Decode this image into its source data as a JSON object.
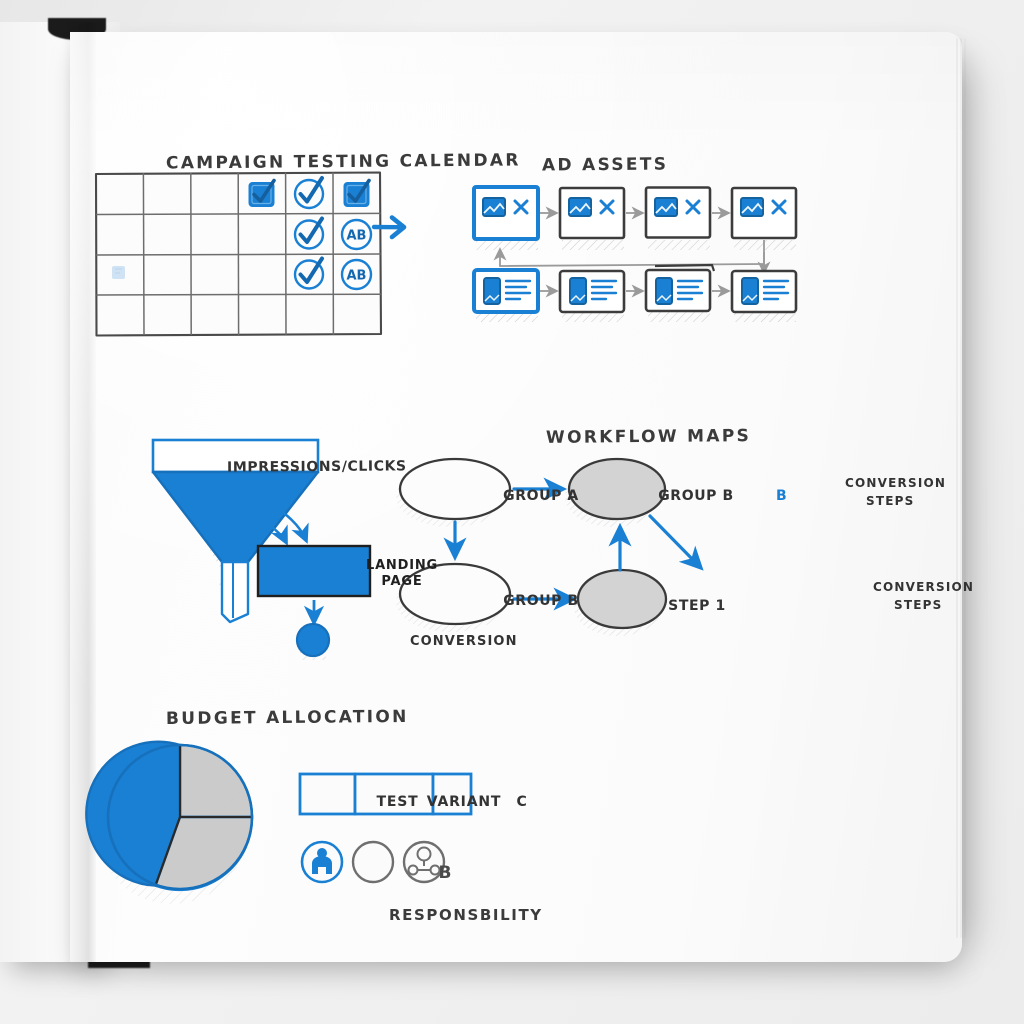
{
  "palette": {
    "blue": "#1a80d4",
    "blue_dark": "#1468b0",
    "ink": "#3a3a3a",
    "gray_fill": "#cfcfcf",
    "paper": "#fbfbfb"
  },
  "sections": {
    "calendar": {
      "title": "CAMPAIGN TESTING CALENDAR",
      "grid": {
        "columns": 6,
        "rows": 4
      },
      "cells": [
        {
          "row": 1,
          "col": 4,
          "icon": "checkbox-checked-filled"
        },
        {
          "row": 1,
          "col": 5,
          "icon": "circle-check"
        },
        {
          "row": 1,
          "col": 6,
          "icon": "checkbox-checked-filled"
        },
        {
          "row": 2,
          "col": 5,
          "icon": "circle-check"
        },
        {
          "row": 2,
          "col": 6,
          "icon": "ab-test-circle",
          "label": "AB"
        },
        {
          "row": 3,
          "col": 1,
          "icon": "faint-blue-smudge"
        },
        {
          "row": 3,
          "col": 5,
          "icon": "circle-check"
        },
        {
          "row": 3,
          "col": 6,
          "icon": "ab-test-circle",
          "label": "AB"
        }
      ],
      "outflow_arrow": "arrow-right"
    },
    "ad_assets": {
      "title": "AD ASSETS",
      "rows": [
        {
          "name": "image-ad-row",
          "cards": [
            {
              "id": "img-1",
              "highlighted": true,
              "icons": [
                "image-icon",
                "expand-icon"
              ]
            },
            {
              "id": "img-2",
              "highlighted": false,
              "icons": [
                "image-icon",
                "expand-icon"
              ]
            },
            {
              "id": "img-3",
              "highlighted": false,
              "icons": [
                "image-icon",
                "expand-icon"
              ]
            },
            {
              "id": "img-4",
              "highlighted": false,
              "icons": [
                "image-icon",
                "expand-icon"
              ]
            }
          ]
        },
        {
          "name": "text-ad-row",
          "cards": [
            {
              "id": "txt-1",
              "highlighted": true,
              "icons": [
                "mobile-preview-icon",
                "text-lines-icon"
              ]
            },
            {
              "id": "txt-2",
              "highlighted": false,
              "icons": [
                "mobile-preview-icon",
                "text-lines-icon"
              ]
            },
            {
              "id": "txt-3",
              "highlighted": false,
              "icons": [
                "mobile-preview-icon",
                "text-lines-icon"
              ],
              "stacked": true
            },
            {
              "id": "txt-4",
              "highlighted": false,
              "icons": [
                "mobile-preview-icon",
                "text-lines-icon"
              ]
            }
          ]
        }
      ],
      "loop_connector": "feedback-loop-arrow"
    },
    "funnel": {
      "top_label": "IMPRESSIONS/CLICKS",
      "landing_label_line1": "LANDING",
      "landing_label_line2": "PAGE",
      "conversion_label": "CONVERSION"
    },
    "workflow": {
      "title": "WORKFLOW MAPS",
      "nodes": [
        {
          "id": "n1",
          "label": "GROUP A",
          "shaded": false
        },
        {
          "id": "n2",
          "label": "GROUP B",
          "shaded": true,
          "accent_char": "B"
        },
        {
          "id": "n3",
          "label": "GROUP B",
          "shaded": false
        },
        {
          "id": "n4",
          "label": "STEP 1",
          "shaded": true
        }
      ],
      "annotations": [
        {
          "id": "a1",
          "line1": "CONVERSION",
          "line2": "STEPS"
        },
        {
          "id": "a2",
          "line1": "CONVERSION",
          "line2": "STEPS"
        }
      ]
    },
    "budget": {
      "title": "BUDGET ALLOCATION",
      "table_cells": [
        "TEST",
        "VARIANT",
        "C"
      ],
      "responsibility_label": "RESPONSBILITY",
      "responsibility_icons": [
        {
          "id": "r1",
          "icon": "person-icon",
          "accent": true,
          "text": ""
        },
        {
          "id": "r2",
          "icon": "letter-badge",
          "accent": false,
          "text": "B"
        },
        {
          "id": "r3",
          "icon": "team-network-icon",
          "accent": false,
          "text": ""
        }
      ]
    }
  },
  "chart_data": {
    "type": "pie",
    "title": "BUDGET ALLOCATION",
    "categories": [
      "Blue share",
      "Hatched share",
      "Gray share"
    ],
    "values": [
      41,
      25,
      34
    ],
    "colors": [
      "#1a80d4",
      "#ffffff",
      "#cbcbcb"
    ],
    "labels_shown": false,
    "legend": "none"
  }
}
